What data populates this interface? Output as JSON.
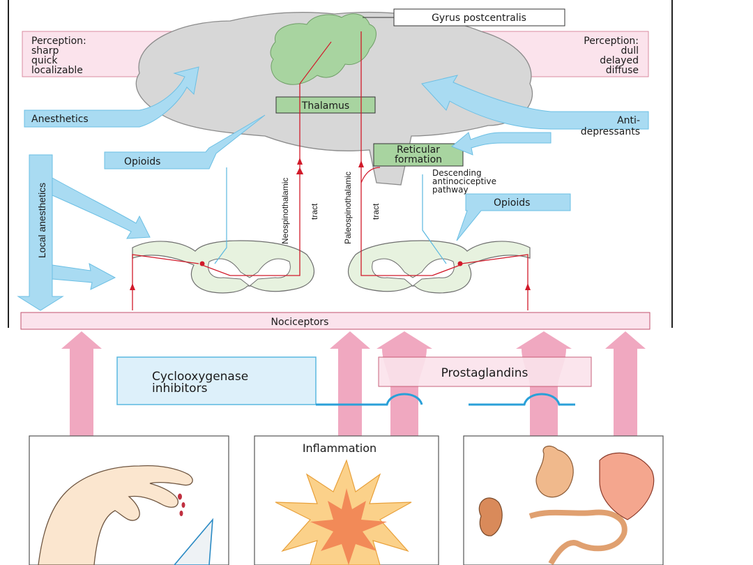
{
  "labels": {
    "gyrus": "Gyrus postcentralis",
    "perception_left": [
      "Perception:",
      "sharp",
      "quick",
      "localizable"
    ],
    "perception_right": [
      "Perception:",
      "dull",
      "delayed",
      "diffuse"
    ],
    "thalamus": "Thalamus",
    "anesthetics": "Anesthetics",
    "antidepressants": [
      "Anti-",
      "depressants"
    ],
    "reticular": [
      "Reticular",
      "formation"
    ],
    "opioids_left": "Opioids",
    "opioids_right": "Opioids",
    "descending": [
      "Descending",
      "antinociceptive",
      "pathway"
    ],
    "local_anesthetics": "Local anesthetics",
    "neospinothalamic": "Neospinothalamic",
    "paleospinothalamic": "Paleospinothalamic",
    "tract_left": "tract",
    "tract_right": "tract",
    "nociceptors": "Nociceptors",
    "cox_inhibitors": [
      "Cyclooxygenase",
      "inhibitors"
    ],
    "prostaglandins": "Prostaglandins",
    "inflammation": "Inflammation"
  },
  "colors": {
    "pink_box": "#fbe3ec",
    "pink_border": "#c2526e",
    "pink_arrow": "#f0a8c0",
    "blue_arrow": "#a9dbf2",
    "blue_line": "#5ab8e0",
    "brain_gray": "#d7d7d7",
    "green": "#a8d4a0",
    "red_line": "#d11a2a",
    "cord_green": "#e7f2df"
  }
}
